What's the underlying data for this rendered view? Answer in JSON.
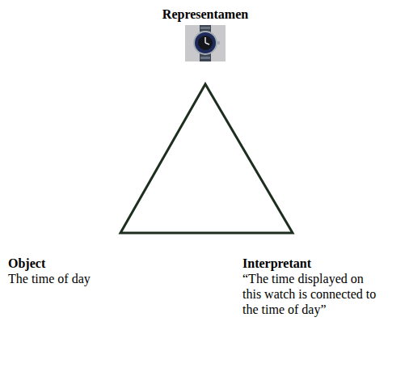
{
  "diagram": {
    "labels": [
      "Representamen",
      "Object",
      "The time of day",
      "Interpretant",
      "“The time displayed on this watch is connected to the time of day”"
    ]
  }
}
